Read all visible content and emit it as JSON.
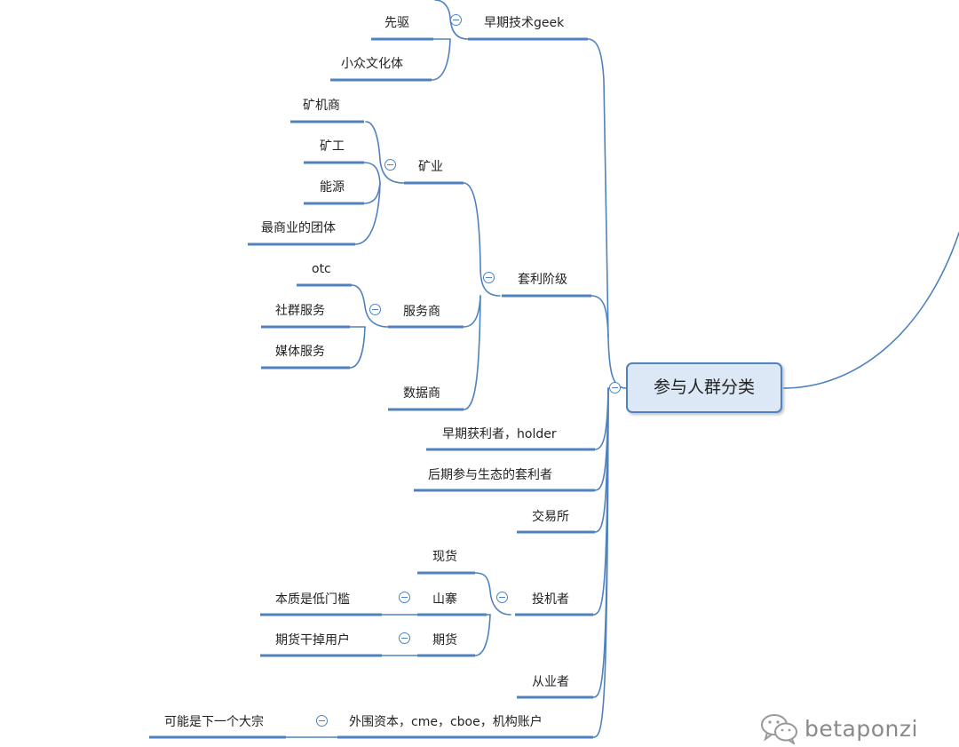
{
  "central": {
    "label": "参与人群分类"
  },
  "branches": {
    "early_geek": {
      "label": "早期技术geek",
      "children": [
        "先驱",
        "小众文化体"
      ]
    },
    "arbitrage": {
      "label": "套利阶级",
      "mining": {
        "label": "矿业",
        "children": [
          "矿机商",
          "矿工",
          "能源",
          "最商业的团体"
        ]
      },
      "service": {
        "label": "服务商",
        "children": [
          "otc",
          "社群服务",
          "媒体服务"
        ]
      },
      "data": {
        "label": "数据商"
      }
    },
    "early_holder": {
      "label": "早期获利者，holder"
    },
    "late_arbitrager": {
      "label": "后期参与生态的套利者"
    },
    "exchange": {
      "label": "交易所"
    },
    "speculator": {
      "label": "投机者",
      "spot": {
        "label": "现货"
      },
      "altcoin": {
        "label": "山寨",
        "note": "本质是低门槛"
      },
      "futures": {
        "label": "期货",
        "note": "期货干掉用户"
      }
    },
    "practitioner": {
      "label": "从业者"
    },
    "external": {
      "label": "外围资本，cme，cboe，机构账户",
      "note": "可能是下一个大宗"
    }
  },
  "watermark": {
    "text": "betaponzi",
    "icon": "wechat-icon"
  },
  "colors": {
    "line": "#4f82be",
    "central_fill": "#dce8f5",
    "central_border": "#4f82be",
    "text": "#222222",
    "watermark": "#8a8a8a"
  }
}
